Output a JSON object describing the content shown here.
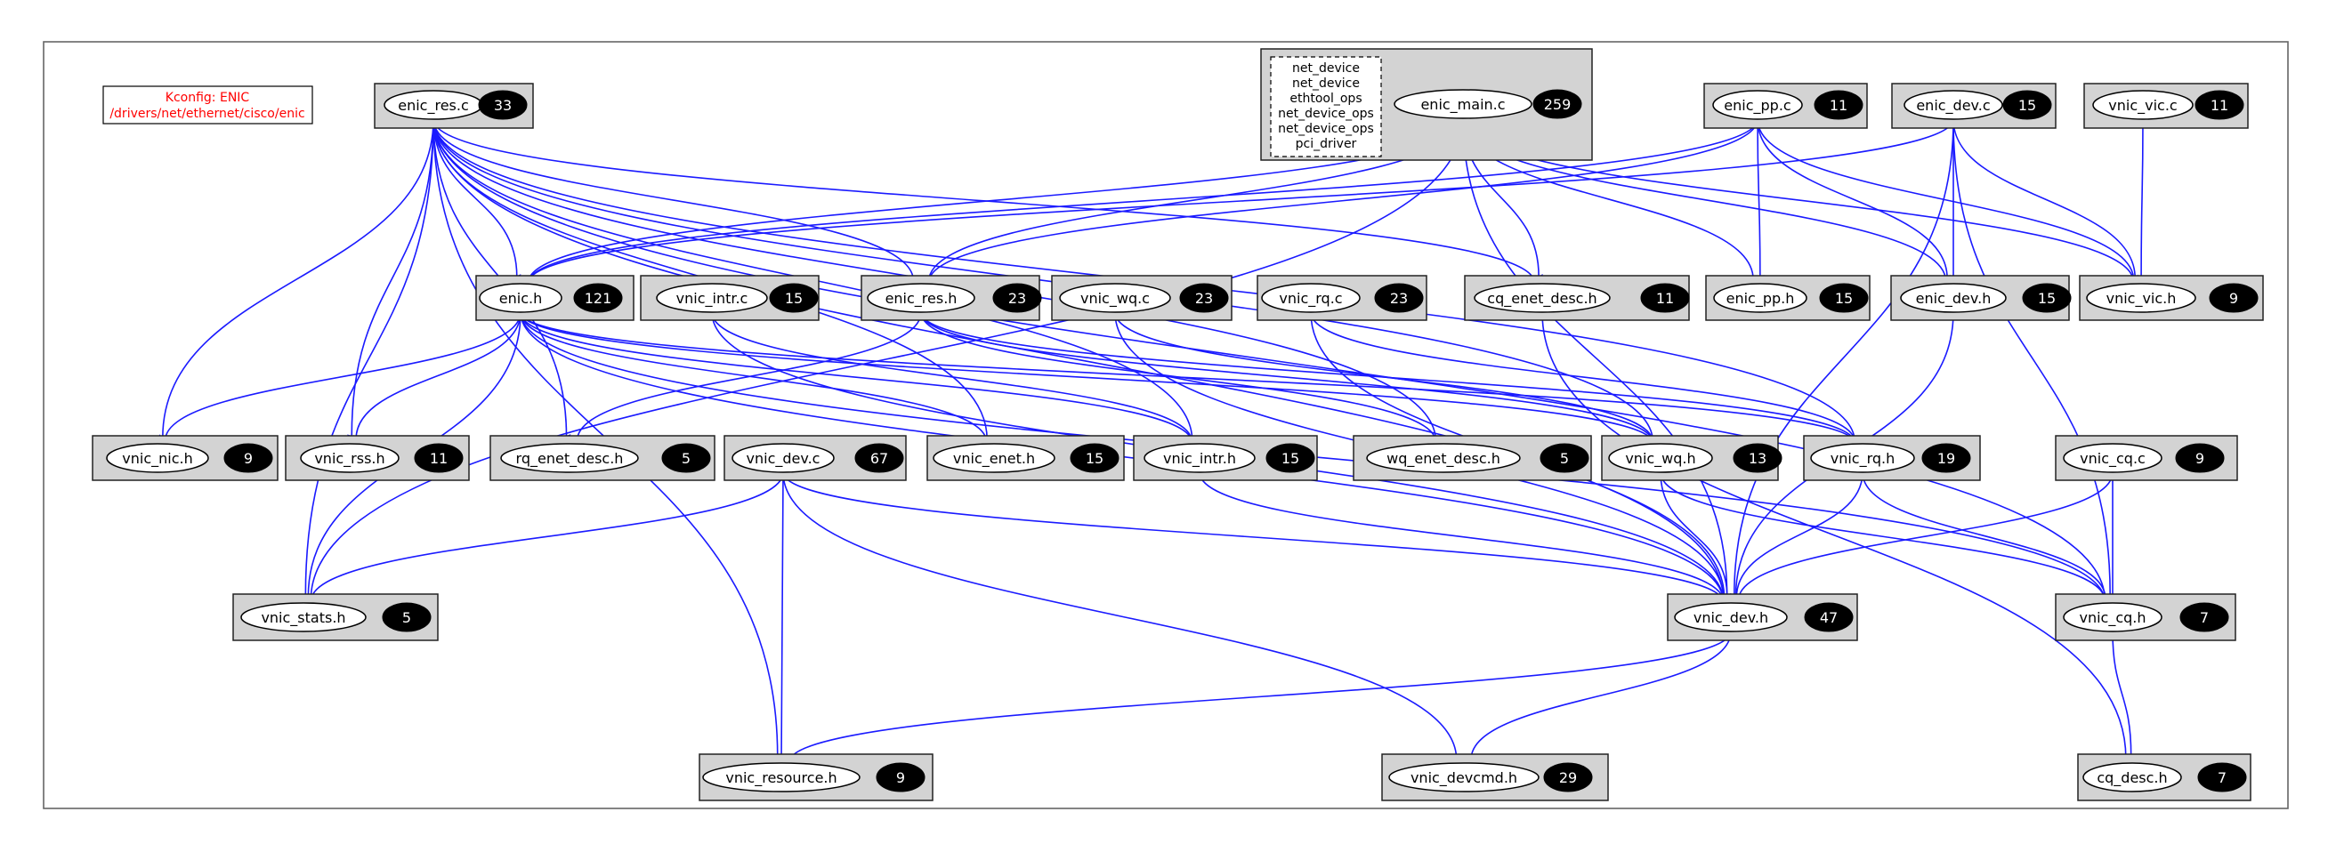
{
  "colors": {
    "edge": "#1a1aff",
    "cluster_fill": "#d3d3d3",
    "kconfig_text": "#ff0000",
    "badge": "#000000"
  },
  "kconfig": {
    "line1": "Kconfig: ENIC",
    "line2": "/drivers/net/ethernet/cisco/enic"
  },
  "notes": [
    "net_device",
    "net_device",
    "ethtool_ops",
    "net_device_ops",
    "net_device_ops",
    "pci_driver"
  ],
  "nodes": {
    "enic_res_c": {
      "label": "enic_res.c",
      "count": "33"
    },
    "enic_main_c": {
      "label": "enic_main.c",
      "count": "259"
    },
    "enic_pp_c": {
      "label": "enic_pp.c",
      "count": "11"
    },
    "enic_dev_c": {
      "label": "enic_dev.c",
      "count": "15"
    },
    "vnic_vic_c": {
      "label": "vnic_vic.c",
      "count": "11"
    },
    "enic_h": {
      "label": "enic.h",
      "count": "121"
    },
    "vnic_intr_c": {
      "label": "vnic_intr.c",
      "count": "15"
    },
    "enic_res_h": {
      "label": "enic_res.h",
      "count": "23"
    },
    "vnic_wq_c": {
      "label": "vnic_wq.c",
      "count": "23"
    },
    "vnic_rq_c": {
      "label": "vnic_rq.c",
      "count": "23"
    },
    "cq_enet_desc_h": {
      "label": "cq_enet_desc.h",
      "count": "11"
    },
    "enic_pp_h": {
      "label": "enic_pp.h",
      "count": "15"
    },
    "enic_dev_h": {
      "label": "enic_dev.h",
      "count": "15"
    },
    "vnic_vic_h": {
      "label": "vnic_vic.h",
      "count": "9"
    },
    "vnic_nic_h": {
      "label": "vnic_nic.h",
      "count": "9"
    },
    "vnic_rss_h": {
      "label": "vnic_rss.h",
      "count": "11"
    },
    "rq_enet_desc_h": {
      "label": "rq_enet_desc.h",
      "count": "5"
    },
    "vnic_dev_c": {
      "label": "vnic_dev.c",
      "count": "67"
    },
    "vnic_enet_h": {
      "label": "vnic_enet.h",
      "count": "15"
    },
    "vnic_intr_h": {
      "label": "vnic_intr.h",
      "count": "15"
    },
    "wq_enet_desc_h": {
      "label": "wq_enet_desc.h",
      "count": "5"
    },
    "vnic_wq_h": {
      "label": "vnic_wq.h",
      "count": "13"
    },
    "vnic_rq_h": {
      "label": "vnic_rq.h",
      "count": "19"
    },
    "vnic_cq_c": {
      "label": "vnic_cq.c",
      "count": "9"
    },
    "vnic_stats_h": {
      "label": "vnic_stats.h",
      "count": "5"
    },
    "vnic_dev_h": {
      "label": "vnic_dev.h",
      "count": "47"
    },
    "vnic_cq_h": {
      "label": "vnic_cq.h",
      "count": "7"
    },
    "vnic_resource_h": {
      "label": "vnic_resource.h",
      "count": "9"
    },
    "vnic_devcmd_h": {
      "label": "vnic_devcmd.h",
      "count": "29"
    },
    "cq_desc_h": {
      "label": "cq_desc.h",
      "count": "7"
    }
  },
  "edges": [
    [
      "enic_res_c",
      "enic_h"
    ],
    [
      "enic_res_c",
      "enic_res_h"
    ],
    [
      "enic_res_c",
      "vnic_nic_h"
    ],
    [
      "enic_res_c",
      "vnic_rss_h"
    ],
    [
      "enic_res_c",
      "rq_enet_desc_h"
    ],
    [
      "enic_res_c",
      "vnic_enet_h"
    ],
    [
      "enic_res_c",
      "vnic_intr_h"
    ],
    [
      "enic_res_c",
      "wq_enet_desc_h"
    ],
    [
      "enic_res_c",
      "vnic_wq_h"
    ],
    [
      "enic_res_c",
      "vnic_rq_h"
    ],
    [
      "enic_res_c",
      "vnic_stats_h"
    ],
    [
      "enic_res_c",
      "vnic_dev_h"
    ],
    [
      "enic_res_c",
      "vnic_cq_h"
    ],
    [
      "enic_res_c",
      "vnic_resource_h"
    ],
    [
      "enic_res_c",
      "cq_enet_desc_h"
    ],
    [
      "enic_main_c",
      "enic_h"
    ],
    [
      "enic_main_c",
      "enic_res_h"
    ],
    [
      "enic_main_c",
      "cq_enet_desc_h"
    ],
    [
      "enic_main_c",
      "enic_pp_h"
    ],
    [
      "enic_main_c",
      "enic_dev_h"
    ],
    [
      "enic_main_c",
      "vnic_vic_h"
    ],
    [
      "enic_main_c",
      "vnic_dev_h"
    ],
    [
      "enic_main_c",
      "vnic_stats_h"
    ],
    [
      "enic_pp_c",
      "enic_h"
    ],
    [
      "enic_pp_c",
      "enic_res_h"
    ],
    [
      "enic_pp_c",
      "enic_pp_h"
    ],
    [
      "enic_pp_c",
      "enic_dev_h"
    ],
    [
      "enic_pp_c",
      "vnic_vic_h"
    ],
    [
      "enic_dev_c",
      "enic_h"
    ],
    [
      "enic_dev_c",
      "enic_dev_h"
    ],
    [
      "enic_dev_c",
      "vnic_vic_h"
    ],
    [
      "enic_dev_c",
      "vnic_dev_h"
    ],
    [
      "enic_dev_c",
      "vnic_cq_h"
    ],
    [
      "vnic_vic_c",
      "vnic_vic_h"
    ],
    [
      "enic_h",
      "vnic_nic_h"
    ],
    [
      "enic_h",
      "vnic_rss_h"
    ],
    [
      "enic_h",
      "vnic_stats_h"
    ],
    [
      "enic_h",
      "vnic_enet_h"
    ],
    [
      "enic_h",
      "vnic_intr_h"
    ],
    [
      "enic_h",
      "vnic_wq_h"
    ],
    [
      "enic_h",
      "vnic_rq_h"
    ],
    [
      "enic_h",
      "vnic_dev_h"
    ],
    [
      "enic_h",
      "vnic_cq_h"
    ],
    [
      "vnic_intr_c",
      "vnic_intr_h"
    ],
    [
      "vnic_intr_c",
      "vnic_dev_h"
    ],
    [
      "enic_res_h",
      "rq_enet_desc_h"
    ],
    [
      "enic_res_h",
      "wq_enet_desc_h"
    ],
    [
      "enic_res_h",
      "vnic_wq_h"
    ],
    [
      "enic_res_h",
      "vnic_rq_h"
    ],
    [
      "vnic_wq_c",
      "vnic_wq_h"
    ],
    [
      "vnic_wq_c",
      "vnic_dev_h"
    ],
    [
      "vnic_rq_c",
      "vnic_rq_h"
    ],
    [
      "vnic_rq_c",
      "vnic_dev_h"
    ],
    [
      "cq_enet_desc_h",
      "cq_desc_h"
    ],
    [
      "enic_dev_h",
      "vnic_dev_h"
    ],
    [
      "vnic_dev_c",
      "vnic_stats_h"
    ],
    [
      "vnic_dev_c",
      "vnic_resource_h"
    ],
    [
      "vnic_dev_c",
      "vnic_devcmd_h"
    ],
    [
      "vnic_dev_c",
      "vnic_dev_h"
    ],
    [
      "vnic_intr_h",
      "vnic_dev_h"
    ],
    [
      "vnic_wq_h",
      "vnic_dev_h"
    ],
    [
      "vnic_wq_h",
      "vnic_cq_h"
    ],
    [
      "vnic_rq_h",
      "vnic_dev_h"
    ],
    [
      "vnic_rq_h",
      "vnic_cq_h"
    ],
    [
      "vnic_cq_c",
      "vnic_cq_h"
    ],
    [
      "vnic_cq_c",
      "vnic_dev_h"
    ],
    [
      "vnic_dev_h",
      "vnic_resource_h"
    ],
    [
      "vnic_dev_h",
      "vnic_devcmd_h"
    ],
    [
      "vnic_cq_h",
      "cq_desc_h"
    ]
  ]
}
